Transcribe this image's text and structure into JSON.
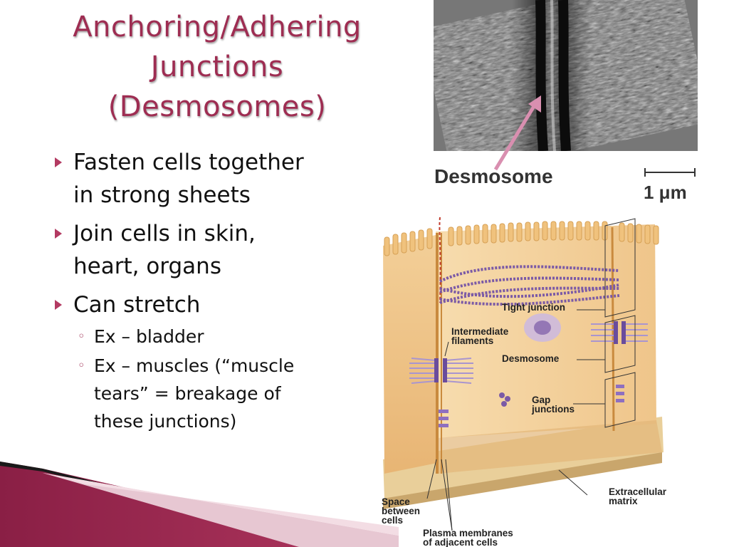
{
  "title": {
    "line1": "Anchoring/Adhering",
    "line2": "Junctions",
    "line3": "(Desmosomes)"
  },
  "bullets": [
    {
      "line1": "Fasten cells together",
      "line2": "in strong sheets"
    },
    {
      "line1": "Join cells in skin,",
      "line2": "heart, organs"
    },
    {
      "line1": "Can stretch"
    }
  ],
  "sub_bullets": [
    {
      "line1": "Ex – bladder"
    },
    {
      "line1": "Ex – muscles (“muscle",
      "line2": "tears” = breakage of",
      "line3": "these junctions)"
    }
  ],
  "micrograph": {
    "label": "Desmosome",
    "scale": "1 μm"
  },
  "diagram": {
    "tight_junction": "Tight junction",
    "intermediate_filaments_1": "Intermediate",
    "intermediate_filaments_2": "filaments",
    "desmosome": "Desmosome",
    "gap_junctions_1": "Gap",
    "gap_junctions_2": "junctions",
    "extracellular_matrix_1": "Extracellular",
    "extracellular_matrix_2": "matrix",
    "space_between_1": "Space",
    "space_between_2": "between",
    "space_between_3": "cells",
    "plasma_membranes_1": "Plasma membranes",
    "plasma_membranes_2": "of adjacent cells"
  },
  "colors": {
    "title": "#9e2d52",
    "bullet_arrow": "#b33a62",
    "cell": "#f2c98e",
    "filament": "#7b5aa6"
  }
}
